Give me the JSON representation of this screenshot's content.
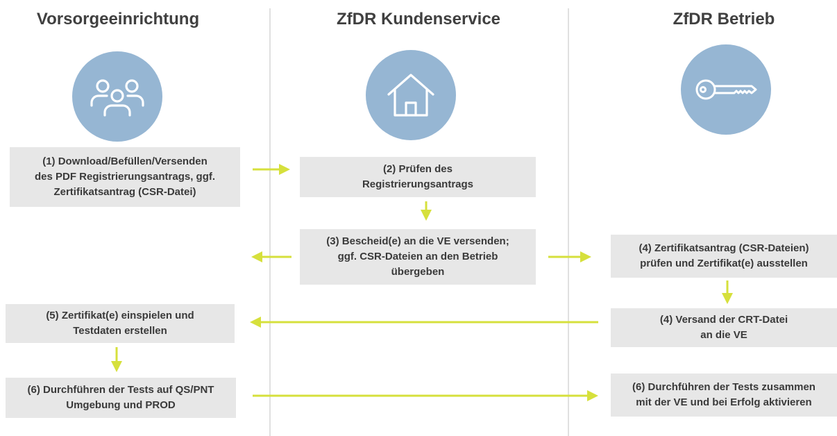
{
  "lanes": {
    "ve": {
      "title": "Vorsorgeeinrichtung",
      "icon": "users-icon"
    },
    "ks": {
      "title": "ZfDR Kundenservice",
      "icon": "house-icon"
    },
    "betrieb": {
      "title": "ZfDR Betrieb",
      "icon": "key-icon"
    }
  },
  "steps": {
    "s1": "(1) Download/Befüllen/Versenden\ndes PDF Registrierungsantrags, ggf.\nZertifikatsantrag (CSR-Datei)",
    "s2": "(2) Prüfen des\nRegistrierungsantrags",
    "s3": "(3) Bescheid(e) an die VE versenden;\nggf. CSR-Dateien an den Betrieb\nübergeben",
    "s4a": "(4) Zertifikatsantrag (CSR-Dateien)\nprüfen und Zertifikat(e) ausstellen",
    "s4b": "(4) Versand der CRT-Datei\nan die VE",
    "s5": "(5) Zertifikat(e) einspielen und\nTestdaten erstellen",
    "s6a": "(6) Durchführen der Tests auf QS/PNT\nUmgebung und PROD",
    "s6b": "(6) Durchführen der Tests zusammen\nmit der VE und bei Erfolg aktivieren"
  },
  "colors": {
    "arrow": "#d6e03c",
    "circle": "#96b6d3",
    "box": "#e7e7e7",
    "divider": "#e0e0e0",
    "title": "#404040"
  }
}
